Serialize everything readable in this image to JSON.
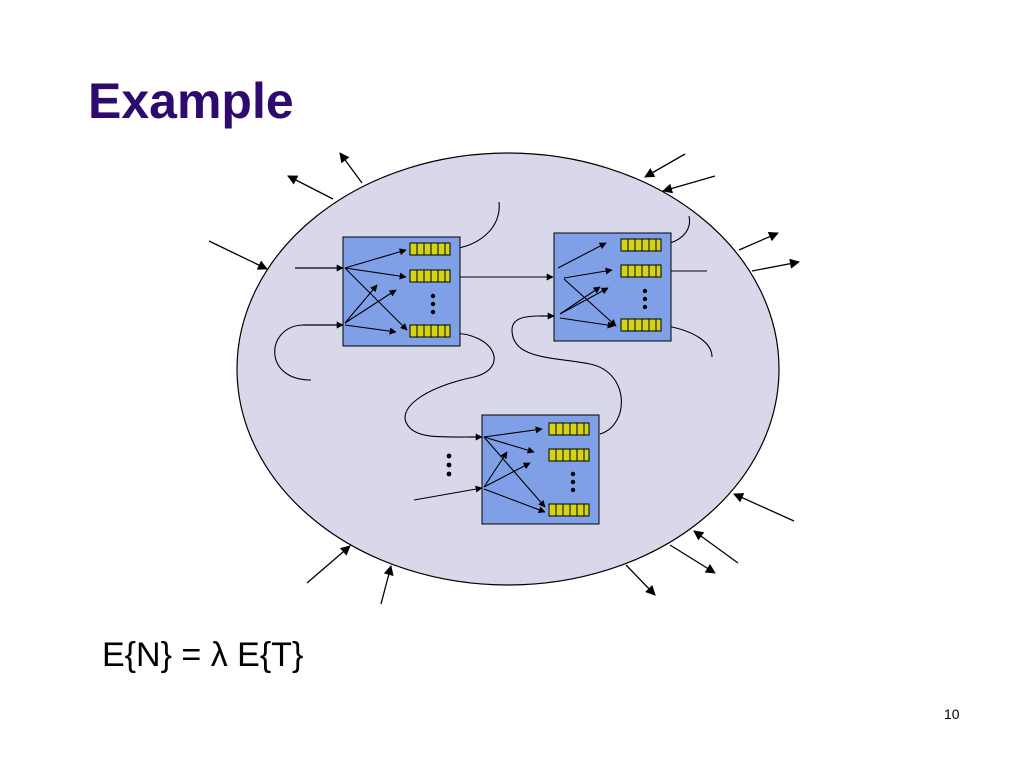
{
  "slide": {
    "title": "Example",
    "formula": "E{N} = λ E{T}",
    "page_number": "10"
  },
  "diagram": {
    "nodes": [
      {
        "name": "node-top-left",
        "queues": 3
      },
      {
        "name": "node-top-right",
        "queues": 3
      },
      {
        "name": "node-bottom",
        "queues": 3
      }
    ],
    "colors": {
      "network_fill": "#d8d8ea",
      "node_fill": "#7f9fe6",
      "queue_fill": "#d4d414",
      "title": "#2e0a6e",
      "stroke": "#000000"
    }
  }
}
